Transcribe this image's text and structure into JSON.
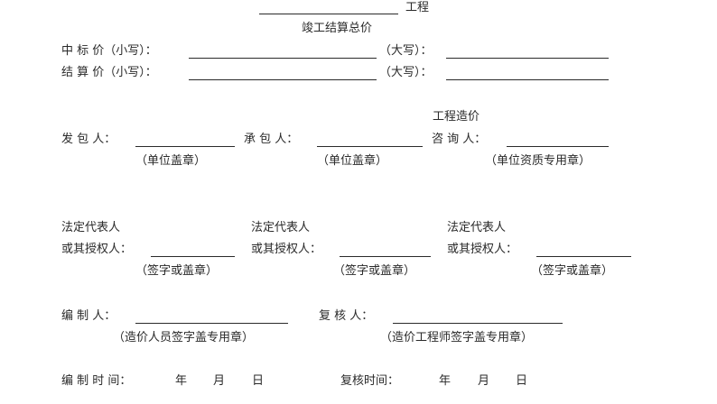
{
  "header": {
    "project_suffix": "工程",
    "subtitle": "竣工结算总价"
  },
  "prices": {
    "bid_price_small": "中 标 价（小写）：",
    "bid_price_big": "（大写）：",
    "settle_price_small": "结 算 价（小写）：",
    "settle_price_big": "（大写）："
  },
  "parties": {
    "cost_label": "工程造价",
    "employer": "发 包 人：",
    "contractor": "承 包 人：",
    "consultant": "咨 询 人：",
    "employer_seal": "（单位盖章）",
    "contractor_seal": "（单位盖章）",
    "consultant_seal": "（单位资质专用章）"
  },
  "reps": {
    "line1": "法定代表人",
    "line2": "或其授权人：",
    "sign": "（签字或盖章）"
  },
  "prepare": {
    "compiler": "编 制 人：",
    "compiler_seal": "（造价人员签字盖专用章）",
    "reviewer": "复 核 人：",
    "reviewer_seal": "（造价工程师签字盖专用章）"
  },
  "dates": {
    "compile_time": "编 制 时 间：",
    "review_time": "复核时间：",
    "year": "年",
    "month": "月",
    "day": "日"
  }
}
